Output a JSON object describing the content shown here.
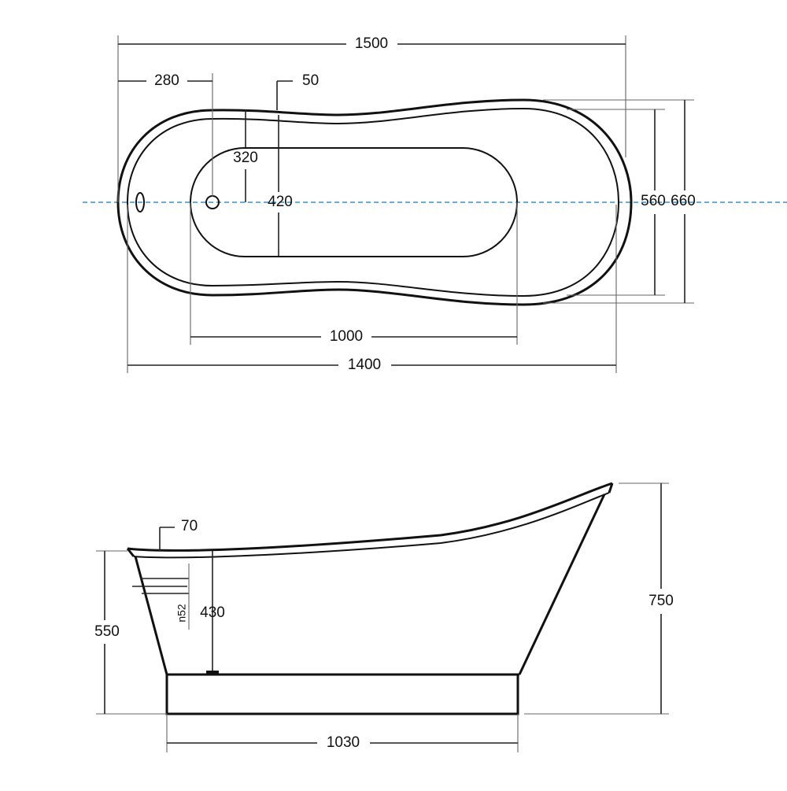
{
  "colors": {
    "background": "#ffffff",
    "outline": "#111111",
    "centerline": "#3a8fc7"
  },
  "top_view": {
    "overall_length": "1500",
    "rim_length": "1400",
    "basin_length": "1000",
    "drain_offset": "280",
    "rim_offset": "50",
    "drain_to_wall": "320",
    "basin_width": "420",
    "inner_width": "560",
    "overall_width": "660"
  },
  "side_view": {
    "rim_thickness": "70",
    "drain_height": "430",
    "drain_size": "n52",
    "low_end_height": "550",
    "high_end_height": "750",
    "base_length": "1030"
  }
}
